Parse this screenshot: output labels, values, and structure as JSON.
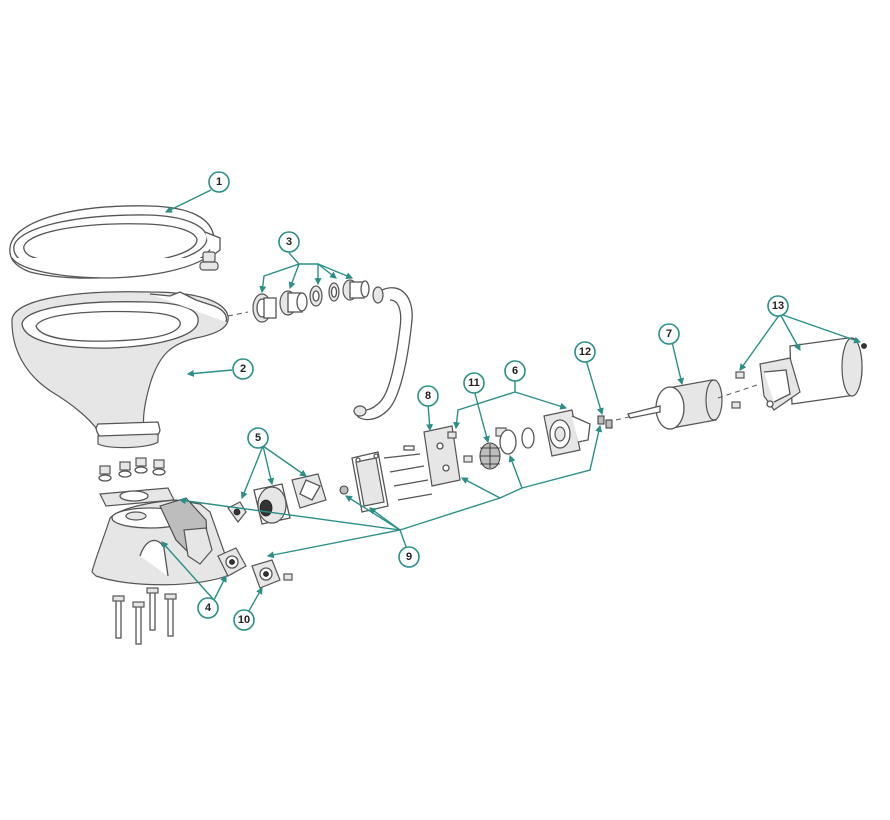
{
  "diagram": {
    "callouts": [
      "1",
      "2",
      "3",
      "4",
      "5",
      "6",
      "7",
      "8",
      "9",
      "10",
      "11",
      "12",
      "13"
    ]
  },
  "colors": {
    "callout": "#2a8f87",
    "line": "#555555"
  }
}
